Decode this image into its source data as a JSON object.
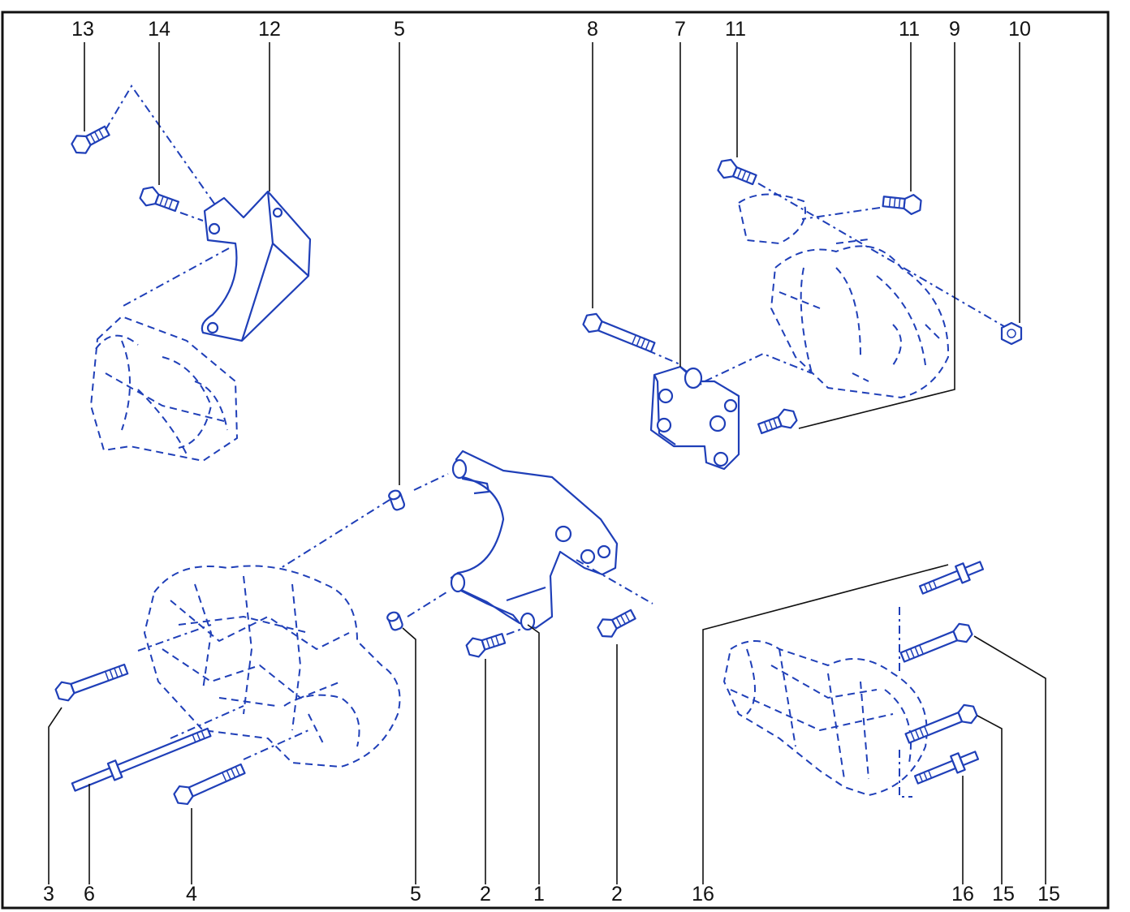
{
  "colors": {
    "linework": "#1f3fb8",
    "callouts": "#111111",
    "frame": "#111111"
  },
  "callouts": {
    "c13": "13",
    "c14": "14",
    "c12": "12",
    "c5_top": "5",
    "c8": "8",
    "c7": "7",
    "c11_a": "11",
    "c11_b": "11",
    "c9": "9",
    "c10": "10",
    "c3": "3",
    "c6": "6",
    "c4": "4",
    "c5_bottom": "5",
    "c2_a": "2",
    "c1": "1",
    "c2_b": "2",
    "c16_a": "16",
    "c16_b": "16",
    "c15_a": "15",
    "c15_b": "15"
  }
}
